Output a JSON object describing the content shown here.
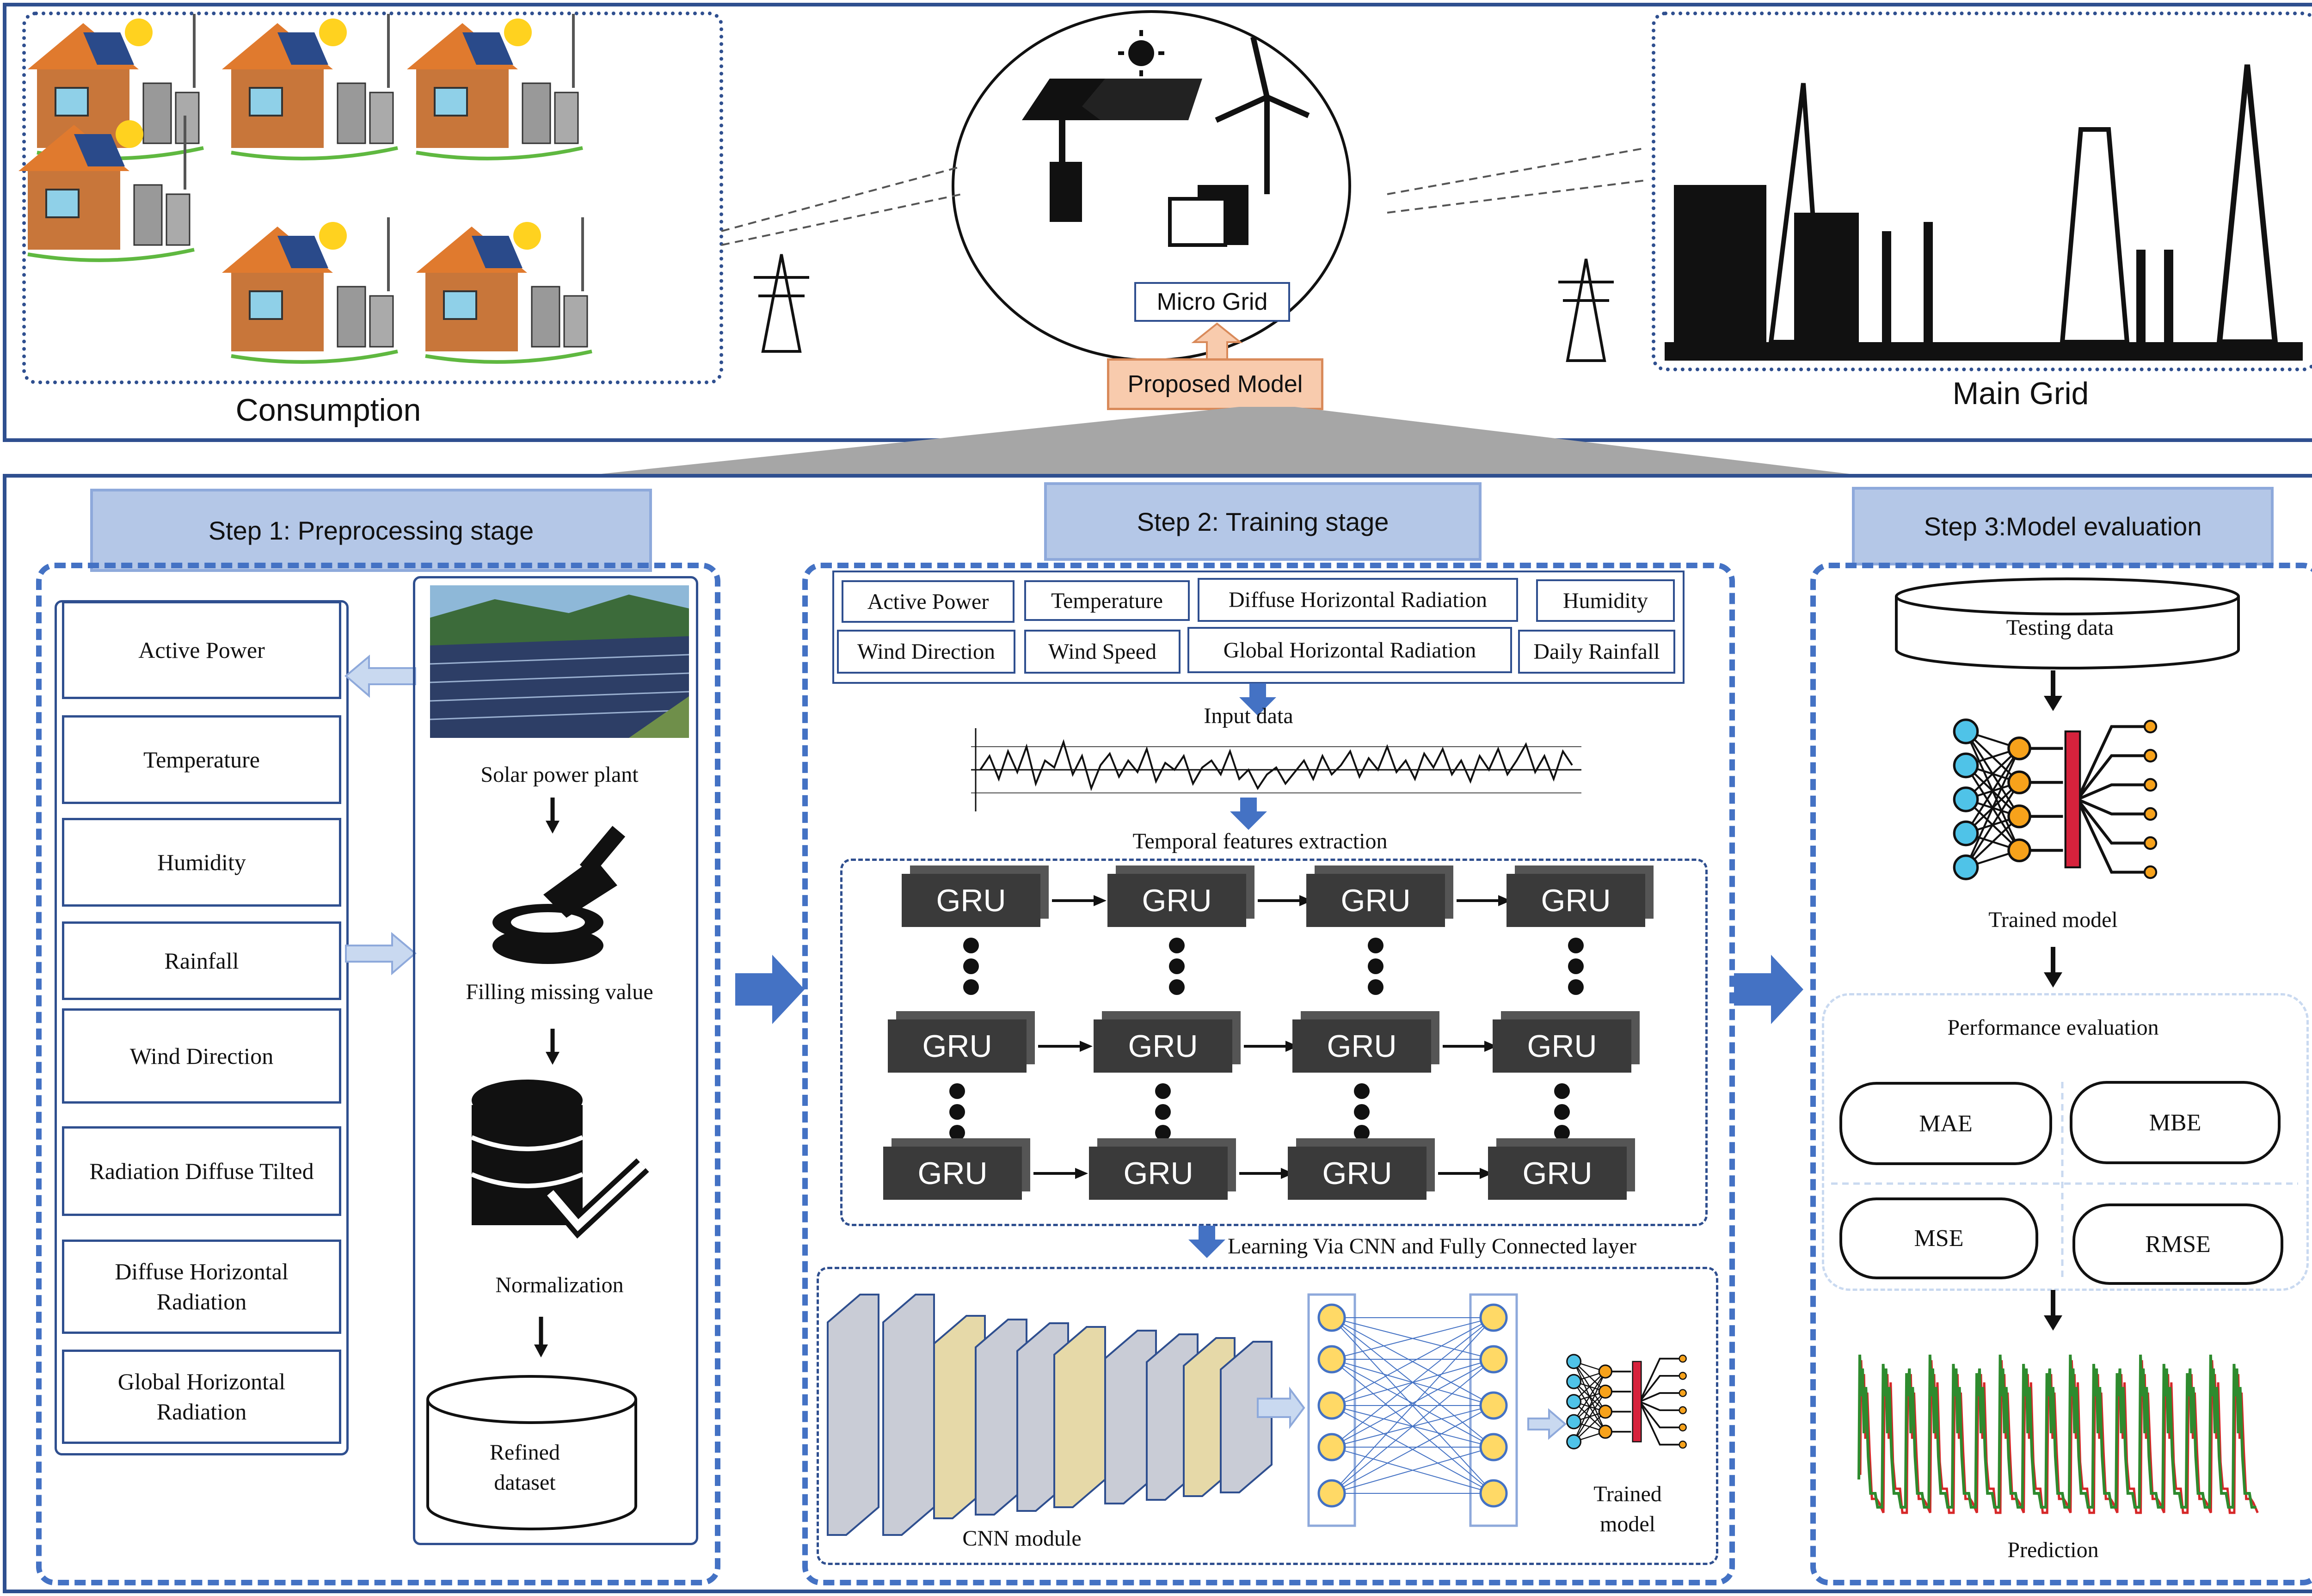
{
  "top": {
    "consumption_label": "Consumption",
    "main_grid_label": "Main Grid",
    "micro_grid_label": "Micro Grid",
    "proposed_model_label": "Proposed Model"
  },
  "step1": {
    "title": "Step 1: Preprocessing  stage",
    "features": [
      "Active Power",
      "Temperature",
      "Humidity",
      "Rainfall",
      "Wind Direction",
      "Radiation Diffuse Tilted",
      "Diffuse Horizontal Radiation",
      "Global Horizontal Radiation"
    ],
    "solar_plant_label": "Solar power plant",
    "filling_label": "Filling missing value",
    "normalization_label": "Normalization",
    "refined_label": "Refined dataset"
  },
  "step2": {
    "title": "Step 2: Training stage",
    "inputs_row1": [
      "Active Power",
      "Temperature",
      "Diffuse Horizontal Radiation",
      "Humidity"
    ],
    "inputs_row2": [
      "Wind Direction",
      "Wind Speed",
      "Global Horizontal Radiation",
      "Daily Rainfall"
    ],
    "input_data_label": "Input data",
    "temporal_label": "Temporal features extraction",
    "gru_label": "GRU",
    "learning_label": "Learning Via CNN and Fully Connected layer",
    "cnn_label": "CNN module",
    "trained_label": "Trained model"
  },
  "step3": {
    "title": "Step 3:Model evaluation",
    "testing_label": "Testing data",
    "trained_label": "Trained model",
    "performance_label": "Performance evaluation",
    "metrics": [
      "MAE",
      "MBE",
      "MSE",
      "RMSE"
    ],
    "prediction_label": "Prediction"
  },
  "colors": {
    "frame": "#2f4f8f",
    "dash": "#4472c4",
    "arrow": "#4472c4",
    "header": "#b4c7e7",
    "proposed": "#f8cbad",
    "gru": "#3a3a3a",
    "pred_green": "#2e8b2e",
    "pred_red": "#d62728"
  }
}
